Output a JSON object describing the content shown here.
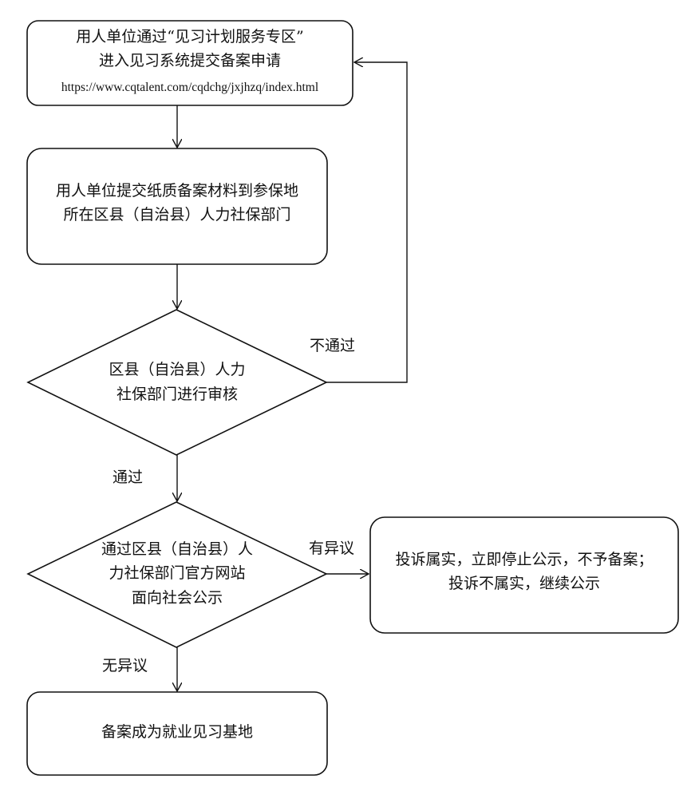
{
  "flow": {
    "step1": {
      "line1": "用人单位通过“见习计划服务专区”",
      "line2": "进入见习系统提交备案申请",
      "url": "https://www.cqtalent.com/cqdchg/jxjhzq/index.html"
    },
    "step2": {
      "line1": "用人单位提交纸质备案材料到参保地",
      "line2": "所在区县（自治县）人力社保部门"
    },
    "decision1": {
      "line1": "区县（自治县）人力",
      "line2": "社保部门进行审核"
    },
    "decision2": {
      "line1": "通过区县（自治县）人",
      "line2": "力社保部门官方网站",
      "line3": "面向社会公示"
    },
    "objection_result": {
      "line1": "投诉属实，立即停止公示，不予备案；",
      "line2": "投诉不属实，继续公示"
    },
    "final": {
      "text": "备案成为就业见习基地"
    },
    "labels": {
      "reject": "不通过",
      "pass": "通过",
      "has_objection": "有异议",
      "no_objection": "无异议"
    }
  },
  "colors": {
    "stroke": "#111111",
    "text": "#111111",
    "background": "#ffffff"
  }
}
